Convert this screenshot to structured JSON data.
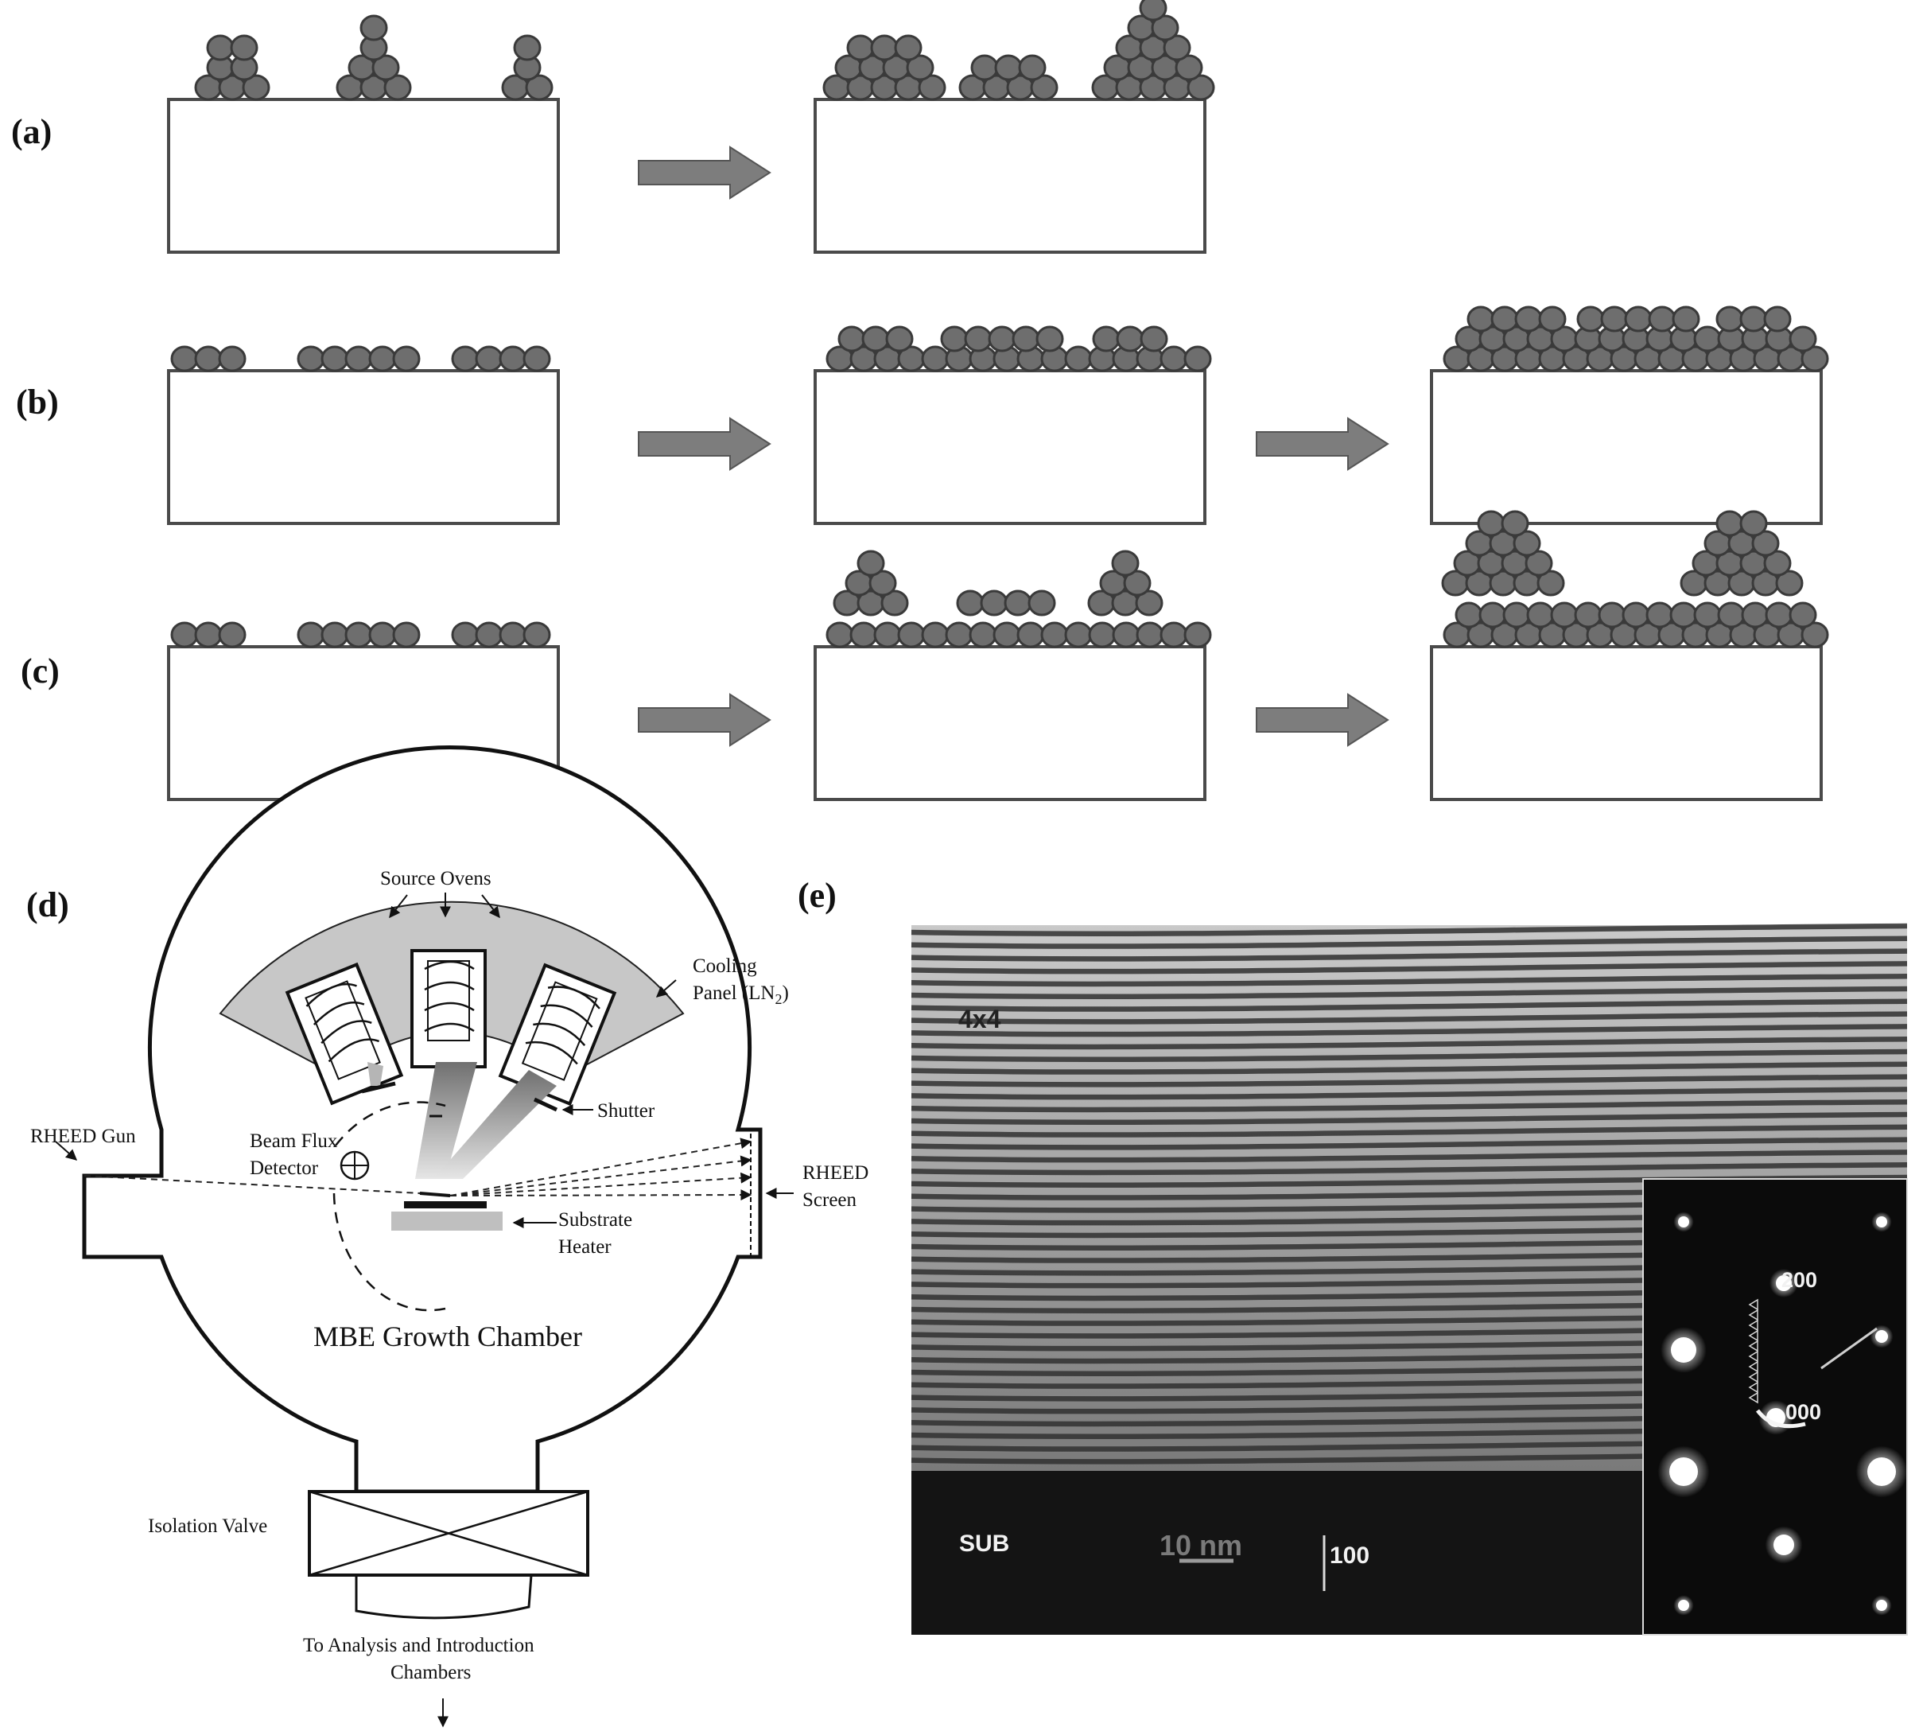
{
  "panels": {
    "a": {
      "label": "(a)"
    },
    "b": {
      "label": "(b)"
    },
    "c": {
      "label": "(c)"
    },
    "d": {
      "label": "(d)",
      "source_ovens": "Source Ovens",
      "cooling_panel_line1": "Cooling",
      "cooling_panel_line2": "Panel (LN",
      "cooling_panel_sub": "2",
      "cooling_panel_close": ")",
      "shutter": "Shutter",
      "rheed_gun": "RHEED Gun",
      "beam_flux_line1": "Beam Flux",
      "beam_flux_line2": "Detector",
      "rheed_screen_line1": "RHEED",
      "rheed_screen_line2": "Screen",
      "substrate_heater_line1": "Substrate",
      "substrate_heater_line2": "Heater",
      "chamber_title": "MBE Growth Chamber",
      "isolation_valve": "Isolation Valve",
      "to_analysis_line1": "To Analysis and Introduction",
      "to_analysis_line2": "Chambers"
    },
    "e": {
      "label": "(e)",
      "superlattice_label": "4x4",
      "substrate_label": "SUB",
      "scale_bar_label": "10 nm",
      "direction_label": "100",
      "diffraction_spot_200": "200",
      "diffraction_spot_000": "000"
    }
  },
  "colors": {
    "atom_fill": "#6e6e6e",
    "atom_stroke": "#3a3a3a",
    "arrow_fill": "#7d7d7d",
    "cooling_panel": "#c8c8c8",
    "tem_background": "#0f0f0f"
  }
}
